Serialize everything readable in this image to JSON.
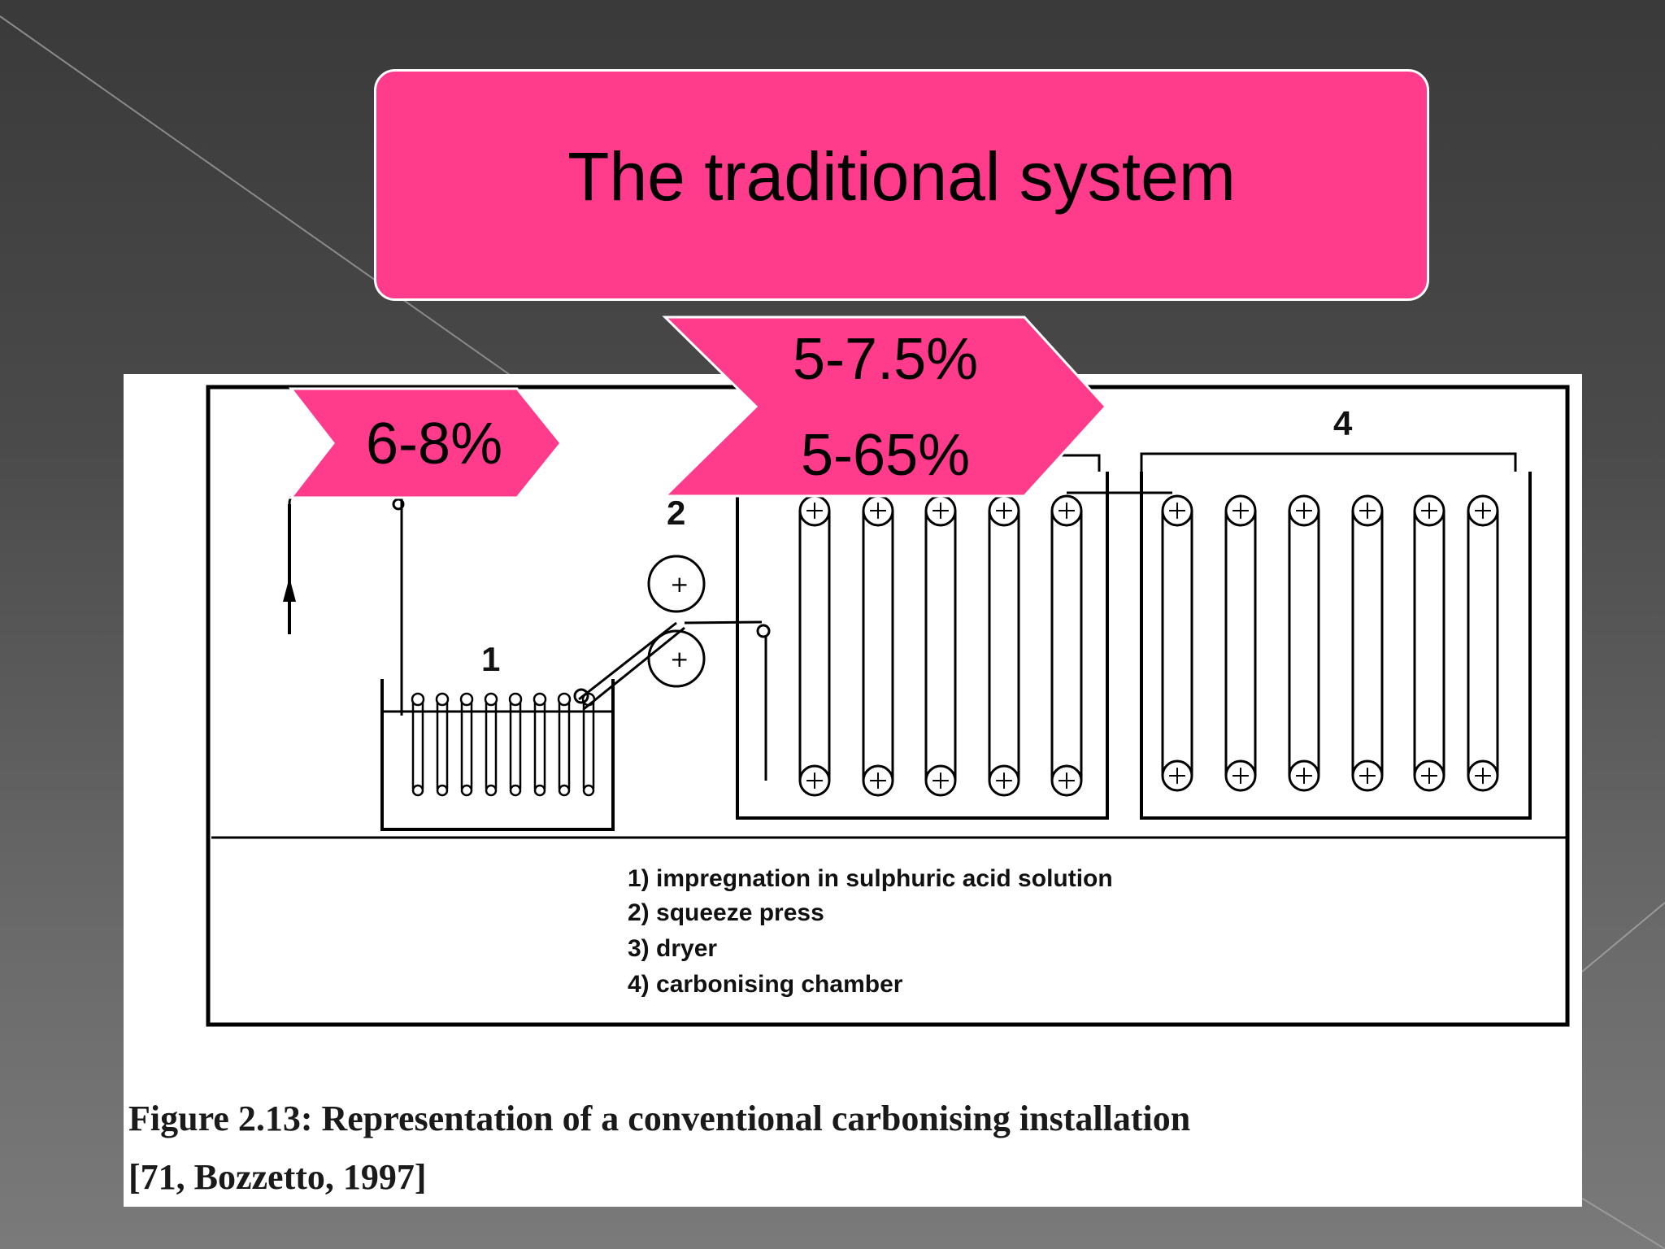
{
  "slide": {
    "title": "The traditional system",
    "accent_color": "#ff3c8c"
  },
  "chevrons": {
    "first": {
      "label": "6-8%"
    },
    "second": {
      "line1": "5-7.5%",
      "line2": "5-65%"
    }
  },
  "figure": {
    "step_numbers": [
      "1",
      "2",
      "4"
    ],
    "legend": [
      "1) impregnation in sulphuric acid solution",
      "2) squeeze press",
      "3) dryer",
      "4) carbonising chamber"
    ],
    "caption_line1": "Figure 2.13: Representation of a conventional carbonising installation",
    "caption_line2": "[71, Bozzetto, 1997]"
  }
}
